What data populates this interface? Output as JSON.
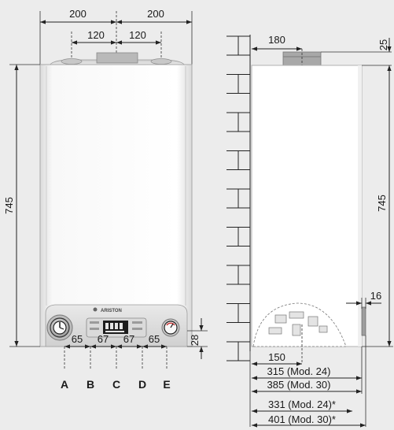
{
  "front_view": {
    "top_dims": {
      "left": "200",
      "right": "200",
      "inner_left": "120",
      "inner_right": "120"
    },
    "height_dim": "745",
    "bottom_dim": "28",
    "spacing_dims": [
      "65",
      "67",
      "67",
      "65"
    ],
    "connections": [
      "A",
      "B",
      "C",
      "D",
      "E"
    ],
    "brand_label": "ARISTON"
  },
  "side_view": {
    "flue_offset": "180",
    "top_offset": "25",
    "height_dim": "745",
    "bracket_dim": "16",
    "depth_dims": [
      "150",
      "315 (Mod. 24)",
      "385 (Mod. 30)",
      "331 (Mod. 24)*",
      "401 (Mod. 30)*"
    ]
  },
  "colors": {
    "background": "#ececec",
    "body": "#ffffff",
    "line": "#222222"
  }
}
